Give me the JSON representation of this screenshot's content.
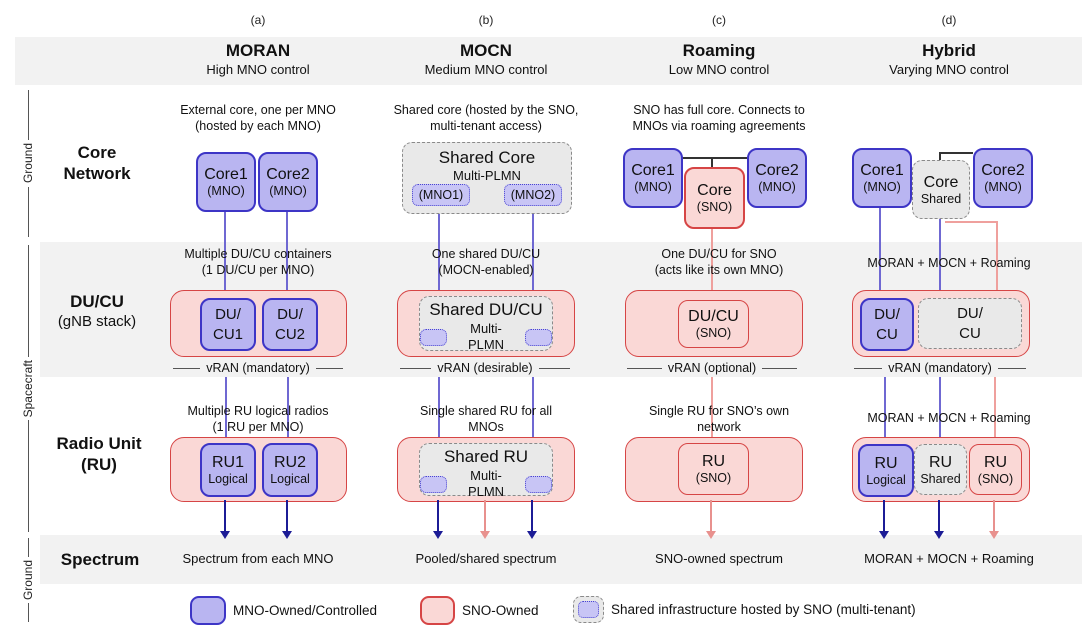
{
  "figure": {
    "letters": [
      "(a)",
      "(b)",
      "(c)",
      "(d)"
    ],
    "headers": [
      {
        "title": "MORAN",
        "subtitle": "High MNO control"
      },
      {
        "title": "MOCN",
        "subtitle": "Medium MNO control"
      },
      {
        "title": "Roaming",
        "subtitle": "Low MNO control"
      },
      {
        "title": "Hybrid",
        "subtitle": "Varying MNO control"
      }
    ],
    "side_labels": {
      "top": "Ground",
      "middle": "Spacecraft",
      "bottom": "Ground"
    },
    "row_labels": {
      "core": [
        "Core",
        "Network"
      ],
      "ducu": [
        "DU/CU",
        "(gNB stack)"
      ],
      "ru": [
        "Radio Unit",
        "(RU)"
      ],
      "spectrum": "Spectrum"
    },
    "columns": [
      {
        "core_note": [
          "External core, one per MNO",
          "(hosted by each MNO)"
        ],
        "core_boxes": [
          {
            "title": "Core1",
            "sub": "(MNO)"
          },
          {
            "title": "Core2",
            "sub": "(MNO)"
          }
        ],
        "ducu_note": [
          "Multiple DU/CU containers",
          "(1 DU/CU per MNO)"
        ],
        "ducu_boxes": [
          {
            "l1": "DU/",
            "l2": "CU1"
          },
          {
            "l1": "DU/",
            "l2": "CU2"
          }
        ],
        "vran": "vRAN (mandatory)",
        "ru_note": [
          "Multiple RU logical radios",
          "(1 RU per MNO)"
        ],
        "ru_boxes": [
          {
            "title": "RU1",
            "sub": "Logical"
          },
          {
            "title": "RU2",
            "sub": "Logical"
          }
        ],
        "spectrum": "Spectrum from each MNO"
      },
      {
        "core_note": [
          "Shared core (hosted by the SNO,",
          "multi-tenant access)"
        ],
        "shared_core": {
          "title": "Shared Core",
          "sub": "Multi-PLMN",
          "tenants": [
            "(MNO1)",
            "(MNO2)"
          ]
        },
        "ducu_note": [
          "One shared DU/CU",
          "(MOCN-enabled)"
        ],
        "shared_ducu": {
          "title": "Shared DU/CU",
          "sub": "Multi-PLMN"
        },
        "vran": "vRAN (desirable)",
        "ru_note": [
          "Single shared RU for all",
          "MNOs"
        ],
        "shared_ru": {
          "title": "Shared RU",
          "sub": "Multi-PLMN"
        },
        "spectrum": "Pooled/shared spectrum"
      },
      {
        "core_note": [
          "SNO has full core. Connects to",
          "MNOs via roaming agreements"
        ],
        "core_boxes": [
          {
            "title": "Core1",
            "sub": "(MNO)"
          },
          {
            "title": "Core",
            "sub": "(SNO)"
          },
          {
            "title": "Core2",
            "sub": "(MNO)"
          }
        ],
        "ducu_note": [
          "One DU/CU for SNO",
          "(acts like its own MNO)"
        ],
        "ducu_box": {
          "title": "DU/CU",
          "sub": "(SNO)"
        },
        "vran": "vRAN (optional)",
        "ru_note": [
          "Single RU for SNO’s own",
          "network"
        ],
        "ru_box": {
          "title": "RU",
          "sub": "(SNO)"
        },
        "spectrum": "SNO-owned spectrum"
      },
      {
        "core_boxes": [
          {
            "title": "Core1",
            "sub": "(MNO)"
          },
          {
            "title": "Core",
            "sub": "Shared"
          },
          {
            "title": "Core2",
            "sub": "(MNO)"
          }
        ],
        "ducu_note": "MORAN + MOCN + Roaming",
        "ducu_boxes": [
          {
            "l1": "DU/",
            "l2": "CU"
          },
          {
            "l1": "DU/",
            "l2": "CU"
          }
        ],
        "vran": "vRAN (mandatory)",
        "ru_note": "MORAN + MOCN + Roaming",
        "ru_boxes": [
          {
            "title": "RU",
            "sub": "Logical"
          },
          {
            "title": "RU",
            "sub": "Shared"
          },
          {
            "title": "RU",
            "sub": "(SNO)"
          }
        ],
        "spectrum": "MORAN + MOCN + Roaming"
      }
    ],
    "legend": [
      {
        "label": "MNO-Owned/Controlled"
      },
      {
        "label": "SNO-Owned"
      },
      {
        "label": "Shared infrastructure hosted by SNO (multi-tenant)"
      }
    ],
    "colors": {
      "mno_fill": "#b9b5f1",
      "mno_border": "#3d35c6",
      "sno_fill": "#fad8d6",
      "sno_border": "#d64545",
      "shared_fill": "#e9e9e9",
      "shared_border": "#8a8a8a",
      "band": "#f2f2f2",
      "navy_arrow": "#1c1c96",
      "pink_arrow": "#e8918e"
    }
  }
}
